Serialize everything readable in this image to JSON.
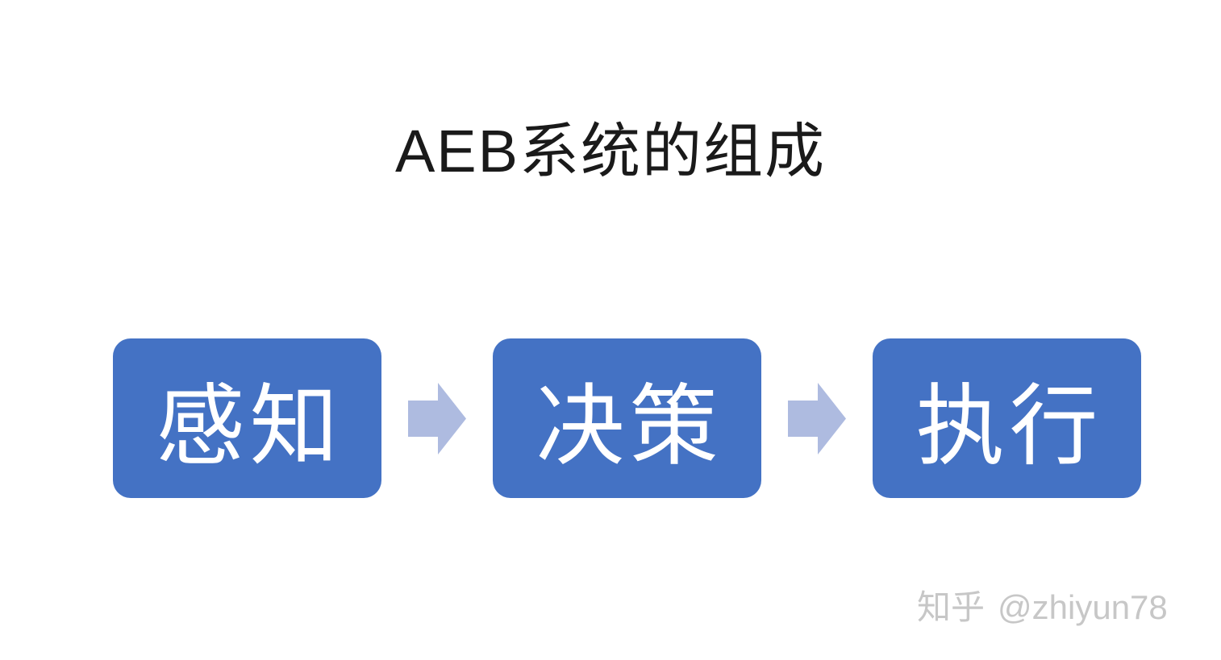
{
  "title": "AEB系统的组成",
  "flow": {
    "steps": [
      {
        "label": "感知"
      },
      {
        "label": "决策"
      },
      {
        "label": "执行"
      }
    ]
  },
  "watermark": {
    "brand": "知乎",
    "handle": "@zhiyun78"
  },
  "icons": {
    "arrow": "right-block-arrow"
  },
  "colors": {
    "box_blue": "#4472C4",
    "arrow_blue": "#AEBBE0",
    "title_black": "#1a1a1a",
    "watermark_gray": "#c7c7c7"
  }
}
